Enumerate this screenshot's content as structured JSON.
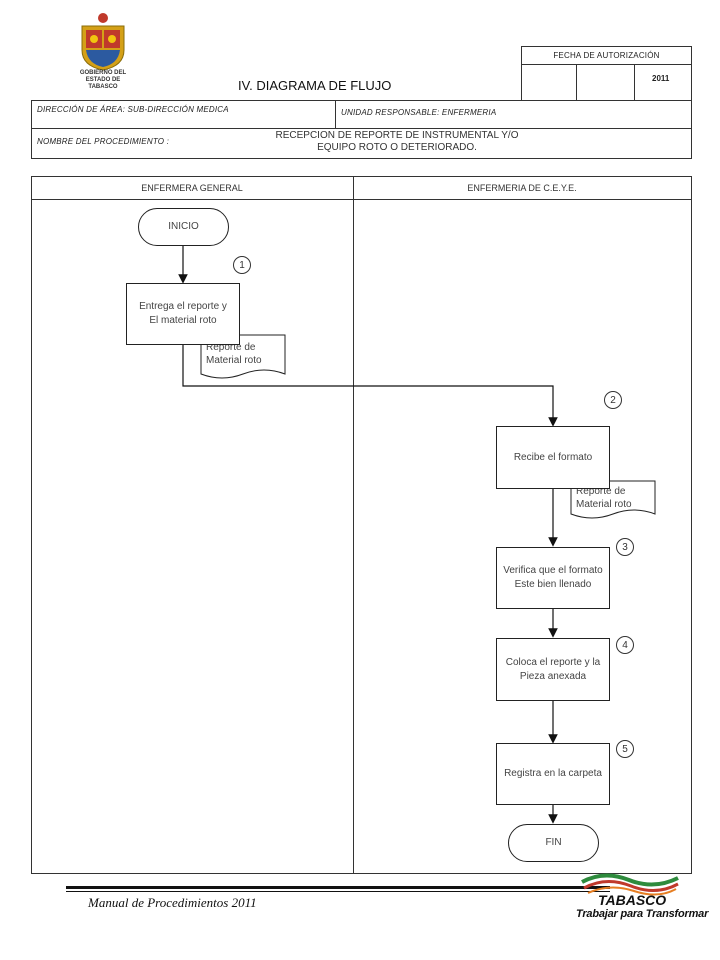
{
  "header": {
    "crest_caption": [
      "GOBIERNO DEL",
      "ESTADO DE",
      "TABASCO"
    ],
    "title": "IV. DIAGRAMA  DE FLUJO",
    "auth_date_label": "FECHA DE AUTORIZACIÓN",
    "auth_year": "2011",
    "area_label": "DIRECCIÓN DE ÁREA: SUB-DIRECCIÓN MEDICA",
    "unit_label": "UNIDAD RESPONSABLE: ENFERMERIA",
    "procedure_label": "NOMBRE DEL PROCEDIMIENTO :",
    "procedure_name_line1": "RECEPCION DE REPORTE DE INSTRUMENTAL Y/O",
    "procedure_name_line2": "EQUIPO ROTO O DETERIORADO."
  },
  "lanes": {
    "left": "ENFERMERA GENERAL",
    "right": "ENFERMERIA DE C.E.Y.E."
  },
  "nodes": {
    "start": "INICIO",
    "step1_line1": "Entrega el reporte y",
    "step1_line2": "El material roto",
    "doc1_line1": "Reporte de",
    "doc1_line2": "Material roto",
    "step2": "Recibe el formato",
    "doc2_line1": "Reporte de",
    "doc2_line2": "Material roto",
    "step3_line1": "Verifica que el formato",
    "step3_line2": "Este bien llenado",
    "step4_line1": "Coloca el reporte y la",
    "step4_line2": "Pieza anexada",
    "step5": "Registra en la carpeta",
    "end": "FIN"
  },
  "badges": [
    "1",
    "2",
    "3",
    "4",
    "5"
  ],
  "footer": {
    "manual": "Manual de Procedimientos 2011",
    "brand": "TABASCO",
    "slogan": "Trabajar para Transformar"
  },
  "colors": {
    "crest_red": "#c0392b",
    "crest_gold": "#d4a017",
    "brand_green": "#2e8b3d",
    "brand_red": "#c0392b",
    "brand_orange": "#e67e22"
  }
}
